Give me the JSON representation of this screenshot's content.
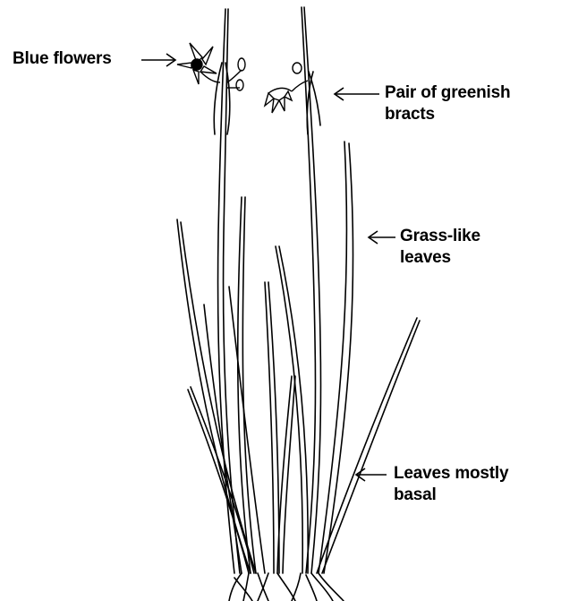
{
  "diagram": {
    "labels": {
      "blue_flowers": "Blue flowers",
      "bracts_line1": "Pair of greenish",
      "bracts_line2": "bracts",
      "grass_line1": "Grass-like",
      "grass_line2": "leaves",
      "basal_line1": "Leaves mostly",
      "basal_line2": "basal"
    },
    "colors": {
      "ink": "#000000",
      "background": "#ffffff"
    }
  }
}
